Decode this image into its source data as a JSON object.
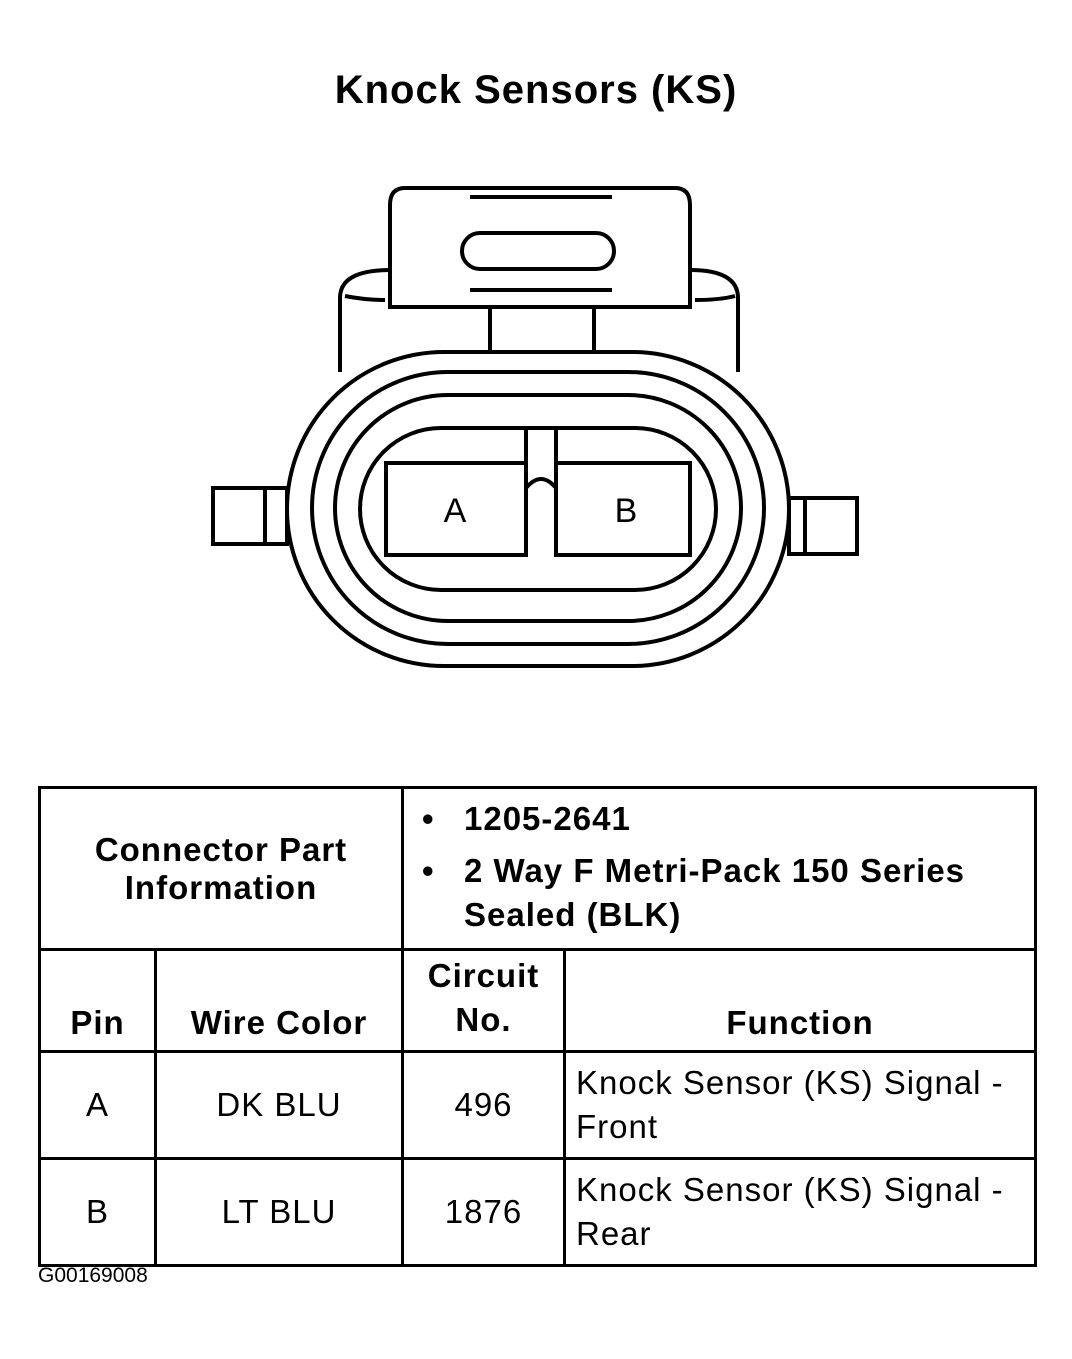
{
  "title": "Knock Sensors (KS)",
  "connector": {
    "pin_a": "A",
    "pin_b": "B"
  },
  "table": {
    "part_info_label": "Connector Part Information",
    "part_info_items": [
      "1205-2641",
      "2 Way F Metri-Pack 150 Series Sealed (BLK)"
    ],
    "headers": {
      "pin": "Pin",
      "wire_color": "Wire Color",
      "circuit_no": "Circuit No.",
      "function": "Function"
    },
    "rows": [
      {
        "pin": "A",
        "wire_color": "DK BLU",
        "circuit_no": "496",
        "function": "Knock Sensor (KS) Signal - Front"
      },
      {
        "pin": "B",
        "wire_color": "LT BLU",
        "circuit_no": "1876",
        "function": "Knock Sensor (KS) Signal - Rear"
      }
    ]
  },
  "figure_id": "G00169008"
}
